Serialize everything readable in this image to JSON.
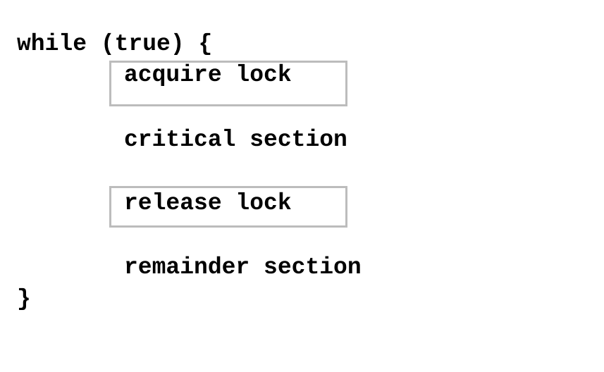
{
  "code": {
    "loop_header": "while (true) {",
    "acquire": "acquire lock",
    "critical": "critical section",
    "release": "release lock",
    "remainder": "remainder section",
    "closing_brace": "}"
  },
  "colors": {
    "text": "#000000",
    "box_border": "#bcbcbc",
    "background": "#ffffff"
  }
}
